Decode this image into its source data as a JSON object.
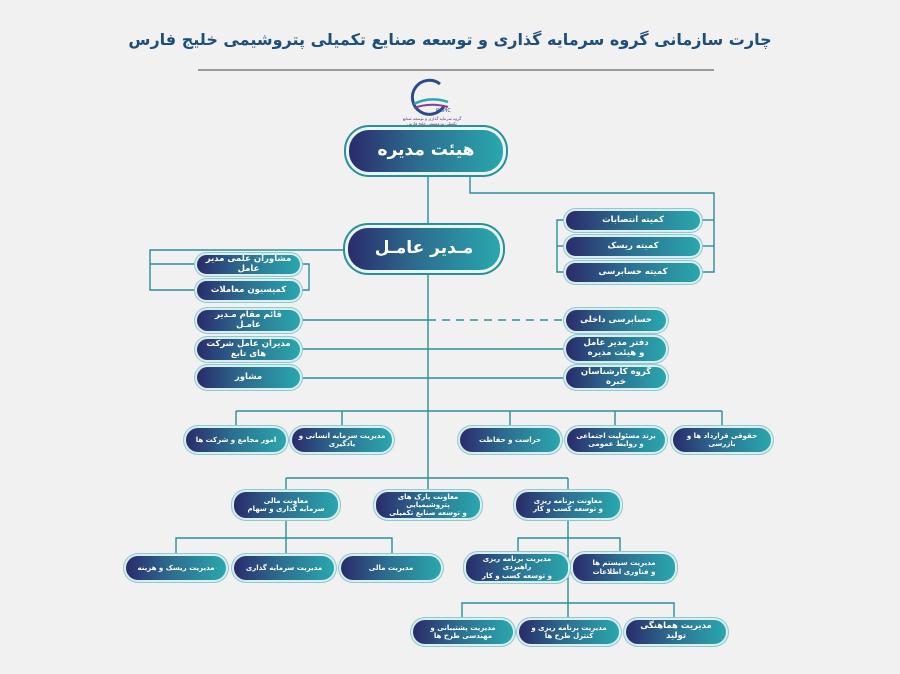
{
  "header": {
    "title": "چارت سازمانی گروه سرمایه گذاری و توسعه صنایع تکمیلی پتروشیمی خلیج فارس",
    "logo_text": "PGPIC",
    "logo_caption": "گروه سرمایه گذاری و توسعه صنایع تکمیلی پتروشیمی خلیج فارس"
  },
  "colors": {
    "dark": "#2a2b6b",
    "mid": "#2c6d8f",
    "teal": "#2aa7ad",
    "line": "#2a8f97",
    "title": "#1f4e79"
  },
  "nodes": {
    "board": "هیئت مدیره",
    "ceo": "مـدیر عامـل",
    "committee_appointments": "کمیته انتصابات",
    "committee_risk": "کمیته ریسک",
    "committee_audit": "کمیته حسابرسی",
    "internal_audit": "حسابرسی داخلی",
    "ceo_office": "دفتر مدیر عامل\nو هیئت مدیره",
    "expert_group": "گروه کارشناسان خبره",
    "scientific_advisors": "مشاوران علمی مدیر عامل",
    "transactions_commission": "کمیسیون معاملات",
    "deputy_ceo": "قائم مقام مـدیر عامـل",
    "subsidiary_ceos": "مدیران عامل شرکت های تابع",
    "advisor": "مشاور",
    "general_assemblies": "امور مجامع و شرکت ها",
    "human_capital": "مدیریت سرمایه انسانی و یادگیری",
    "security": "حراست و حفاظت",
    "brand_csr": "برند مسئولیت اجتماعی\nو روابط عمومی",
    "legal": "حقوقی قرارداد ها و بازرسی",
    "deputy_finance": "معاونت مالی\nسرمایه گذاری و سهام",
    "deputy_parks": "معاونت پارک های پتروشیمیایی\nو توسعه صنایع تکمیلی",
    "deputy_planning": "معاونت برنامه ریزی\nو توسعه کسب و کار",
    "risk_cost": "مدیریت ریسک و هزینه",
    "investment_mgmt": "مدیریت سرمایه گذاری",
    "finance_mgmt": "مدیریت مالی",
    "strategic_planning": "مدیریت برنامه ریزی راهبردی\nو توسعه کسب و کار",
    "systems_it": "مدیریت سیستم ها\nو فناوری اطلاعات",
    "support_engineering": "مدیریت پشتیبانی و مهندسی طرح ها",
    "project_control": "مدیریت برنامه ریزی و کنترل طرح ها",
    "production_coordination": "مدیریت هماهنگی تولید"
  }
}
